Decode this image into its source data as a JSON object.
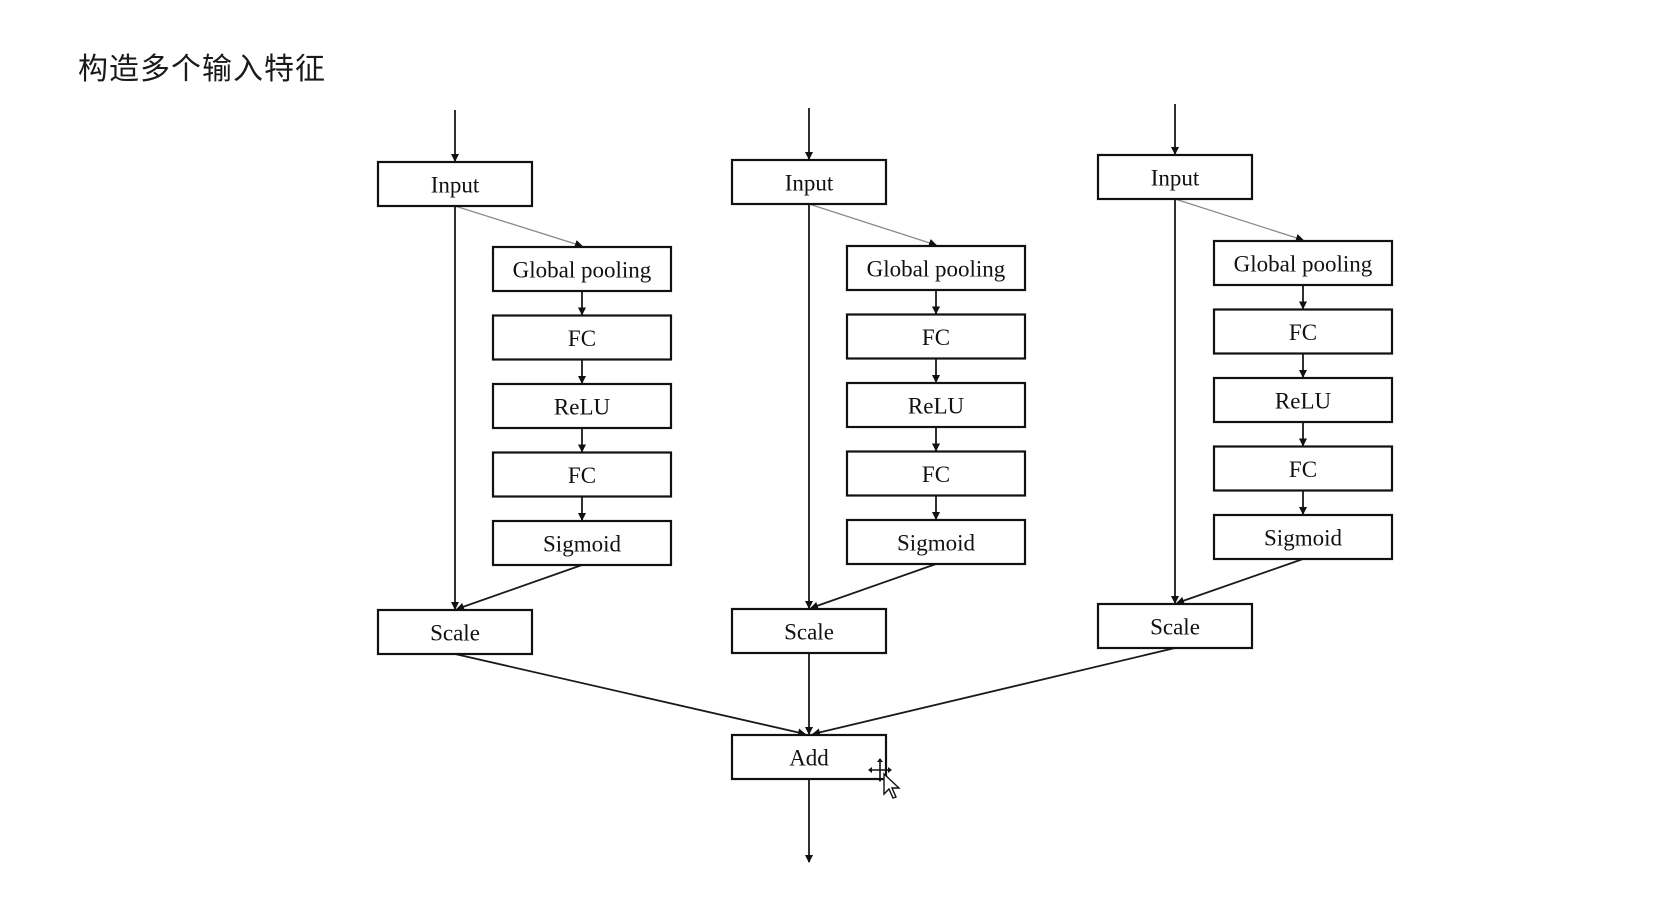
{
  "title": "构造多个输入特征",
  "diagram": {
    "branches": [
      {
        "input": "Input",
        "se_block": [
          "Global pooling",
          "FC",
          "ReLU",
          "FC",
          "Sigmoid"
        ],
        "scale": "Scale"
      },
      {
        "input": "Input",
        "se_block": [
          "Global pooling",
          "FC",
          "ReLU",
          "FC",
          "Sigmoid"
        ],
        "scale": "Scale"
      },
      {
        "input": "Input",
        "se_block": [
          "Global pooling",
          "FC",
          "ReLU",
          "FC",
          "Sigmoid"
        ],
        "scale": "Scale"
      }
    ],
    "merge": "Add"
  },
  "icons": {
    "cursor": "move-cursor-icon"
  }
}
